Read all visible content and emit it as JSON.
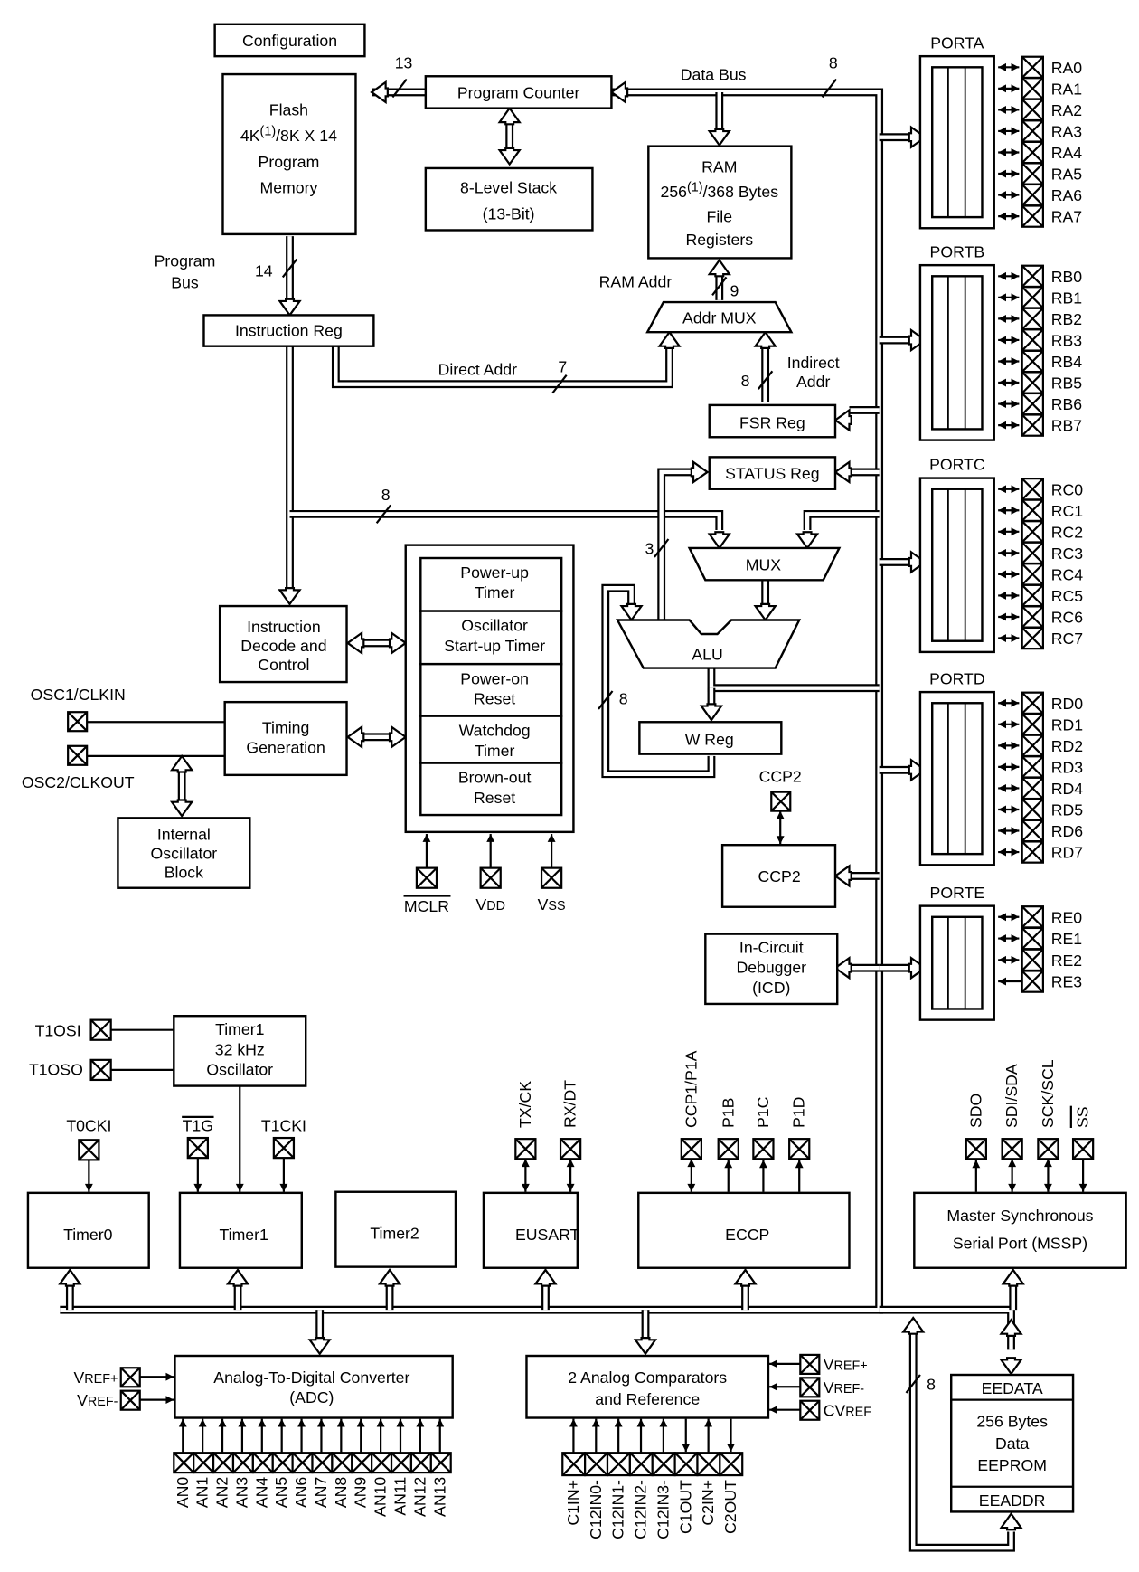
{
  "blocks": {
    "configuration": "Configuration",
    "flash": [
      "Flash",
      "4K",
      "(1)",
      "/8K X 14",
      "Program",
      "Memory"
    ],
    "program_counter": "Program Counter",
    "stack": [
      "8-Level Stack",
      "(13-Bit)"
    ],
    "ram": [
      "RAM",
      "256",
      "(1)",
      "/368 Bytes",
      "File",
      "Registers"
    ],
    "instruction_reg": "Instruction Reg",
    "addr_mux": "Addr MUX",
    "fsr_reg": "FSR Reg",
    "status_reg": "STATUS Reg",
    "mux": "MUX",
    "alu": "ALU",
    "w_reg": "W Reg",
    "instruction_decode": [
      "Instruction",
      "Decode and",
      "Control"
    ],
    "timing_generation": [
      "Timing",
      "Generation"
    ],
    "internal_osc": [
      "Internal",
      "Oscillator",
      "Block"
    ],
    "reset_stack": [
      [
        "Power-up",
        "Timer"
      ],
      [
        "Oscillator",
        "Start-up Timer"
      ],
      [
        "Power-on",
        "Reset"
      ],
      [
        "Watchdog",
        "Timer"
      ],
      [
        "Brown-out",
        "Reset"
      ]
    ],
    "ccp2": "CCP2",
    "icd": [
      "In-Circuit",
      "Debugger",
      "(ICD)"
    ],
    "timer1_osc": [
      "Timer1",
      "32 kHz",
      "Oscillator"
    ],
    "timer0": "Timer0",
    "timer1": "Timer1",
    "timer2": "Timer2",
    "eusart": "EUSART",
    "eccp": "ECCP",
    "mssp": [
      "Master Synchronous",
      "Serial Port (MSSP)"
    ],
    "adc": [
      "Analog-To-Digital Converter",
      "(ADC)"
    ],
    "comparators": [
      "2 Analog Comparators",
      "and Reference"
    ],
    "eeprom": {
      "top": "EEDATA",
      "body": [
        "256 Bytes",
        "Data",
        "EEPROM"
      ],
      "bottom": "EEADDR"
    }
  },
  "bus_labels": {
    "data_bus": "Data Bus",
    "program_bus": [
      "Program",
      "Bus"
    ],
    "ram_addr": "RAM Addr",
    "direct_addr": "Direct Addr",
    "indirect_addr": [
      "Indirect",
      "Addr"
    ],
    "widths": {
      "pc": "13",
      "data": "8",
      "program": "14",
      "ram_addr": "9",
      "direct": "7",
      "indirect": "8",
      "ir_to_mux": "8",
      "alu_status": "3",
      "w_loop": "8",
      "eeprom": "8"
    }
  },
  "ports": [
    {
      "name": "PORTA",
      "pins": [
        "RA0",
        "RA1",
        "RA2",
        "RA3",
        "RA4",
        "RA5",
        "RA6",
        "RA7"
      ]
    },
    {
      "name": "PORTB",
      "pins": [
        "RB0",
        "RB1",
        "RB2",
        "RB3",
        "RB4",
        "RB5",
        "RB6",
        "RB7"
      ]
    },
    {
      "name": "PORTC",
      "pins": [
        "RC0",
        "RC1",
        "RC2",
        "RC3",
        "RC4",
        "RC5",
        "RC6",
        "RC7"
      ]
    },
    {
      "name": "PORTD",
      "pins": [
        "RD0",
        "RD1",
        "RD2",
        "RD3",
        "RD4",
        "RD5",
        "RD6",
        "RD7"
      ]
    },
    {
      "name": "PORTE",
      "pins": [
        "RE0",
        "RE1",
        "RE2",
        "RE3"
      ]
    }
  ],
  "pins": {
    "osc1": "OSC1/CLKIN",
    "osc2": "OSC2/CLKOUT",
    "mclr": "MCLR",
    "vdd": [
      "V",
      "DD"
    ],
    "vss": [
      "V",
      "SS"
    ],
    "ccp2": "CCP2",
    "t1osi": "T1OSI",
    "t1oso": "T1OSO",
    "t0cki": "T0CKI",
    "t1g": "T1G",
    "t1cki": "T1CKI",
    "eusart": [
      "TX/CK",
      "RX/DT"
    ],
    "eccp": [
      "CCP1/P1A",
      "P1B",
      "P1C",
      "P1D"
    ],
    "mssp": [
      "SDO",
      "SDI/SDA",
      "SCK/SCL",
      "SS"
    ],
    "adc_vref": [
      [
        "V",
        "REF+"
      ],
      [
        "V",
        "REF-"
      ]
    ],
    "adc_inputs": [
      "AN0",
      "AN1",
      "AN2",
      "AN3",
      "AN4",
      "AN5",
      "AN6",
      "AN7",
      "AN8",
      "AN9",
      "AN10",
      "AN11",
      "AN12",
      "AN13"
    ],
    "cmp_refs": [
      [
        "V",
        "REF+"
      ],
      [
        "V",
        "REF-"
      ],
      [
        "CV",
        "REF"
      ]
    ],
    "cmp_pins": [
      "C1IN+",
      "C12IN0-",
      "C12IN1-",
      "C12IN2-",
      "C12IN3-",
      "C1OUT",
      "C2IN+",
      "C2OUT"
    ]
  }
}
